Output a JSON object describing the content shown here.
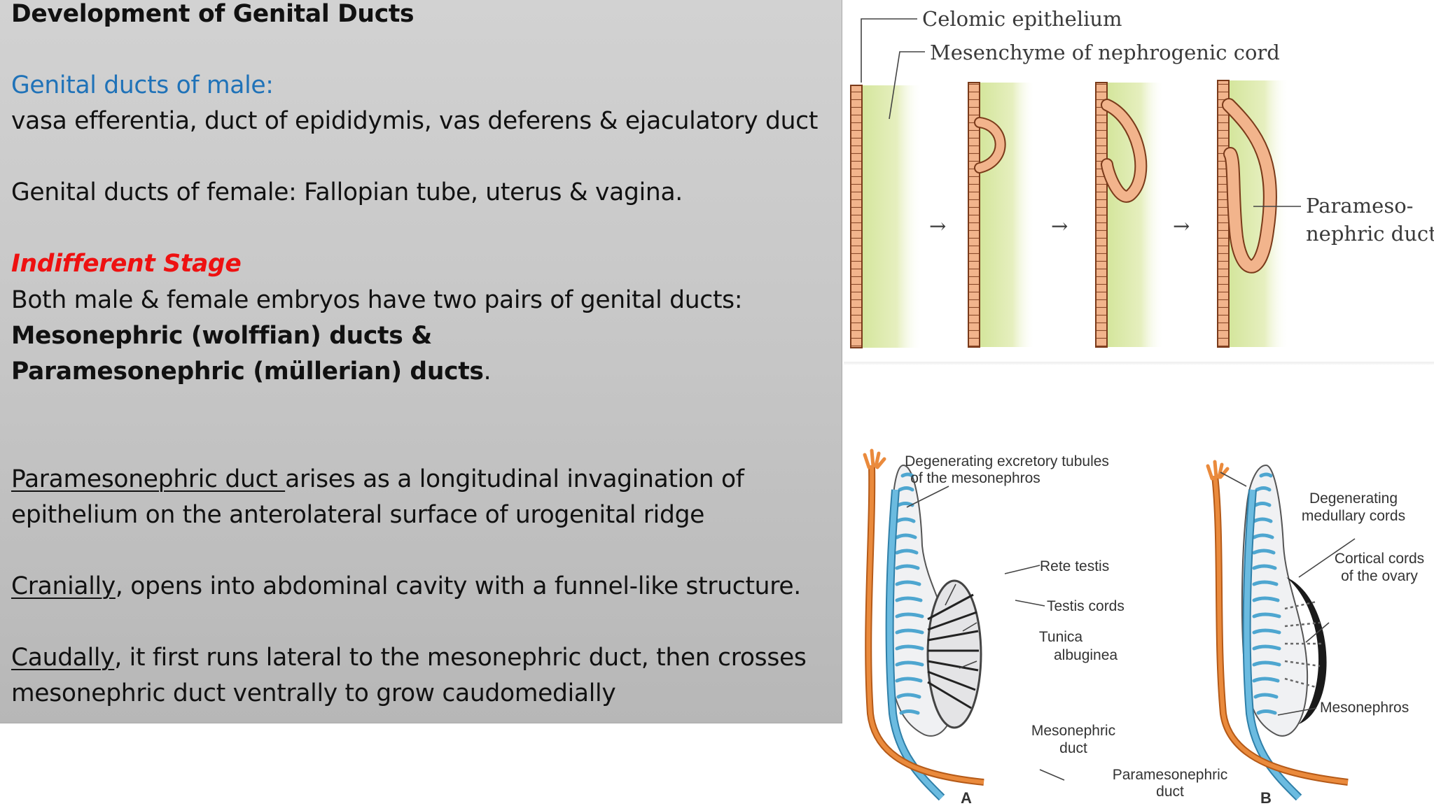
{
  "slide": {
    "title": "Development of Genital Ducts",
    "male_heading": "Genital ducts of male:",
    "male_ducts": "vasa efferentia, duct of epididymis, vas deferens & ejaculatory duct",
    "female_ducts": "Genital ducts of female: Fallopian tube, uterus & vagina.",
    "stage_heading": "Indifferent Stage",
    "stage_text": "Both male & female embryos have two pairs of genital ducts:",
    "stage_duct_1": "Mesonephric (wolffian) ducts &",
    "stage_duct_2_bold": "Paramesonephric (müllerian) ducts",
    "stage_duct_2_end": ".",
    "pmd_term": "Paramesonephric duct ",
    "pmd_rest": "arises as a longitudinal  invagination of",
    "pmd_line_2": "epithelium on the anterolateral surface of urogenital ridge",
    "cranial_term": "Cranially",
    "cranial_rest": ", opens into abdominal cavity with a funnel-like structure.",
    "caudal_term": "Caudally",
    "caudal_rest": ", it first runs lateral to the mesonephric duct, then crosses",
    "caudal_line_2": "mesonephric duct ventrally to grow caudomedially"
  },
  "figure_top": {
    "label_celomic": "Celomic epithelium",
    "label_mesenchyme": "Mesenchyme of nephrogenic cord",
    "label_pmd_1": "Parameso-",
    "label_pmd_2": "nephric duct",
    "arrow": "→"
  },
  "figure_bottom": {
    "label_degen_tubules_1": "Degenerating excretory tubules",
    "label_degen_tubules_2": "of the mesonephros",
    "label_rete": "Rete testis",
    "label_testis_cords": "Testis cords",
    "label_tunica_1": "Tunica",
    "label_tunica_2": "albuginea",
    "label_mesonephric_duct_1": "Mesonephric",
    "label_mesonephric_duct_2": "duct",
    "label_pmd_1": "Paramesonephric",
    "label_pmd_2": "duct",
    "label_degen_medullary_1": "Degenerating",
    "label_degen_medullary_2": "medullary cords",
    "label_cortical_1": "Cortical cords",
    "label_cortical_2": "of the ovary",
    "label_mesonephros": "Mesonephros",
    "letter_a": "A",
    "letter_b": "B"
  },
  "colors": {
    "title_text": "#111111",
    "male_heading": "#1f72b8",
    "stage_heading": "#ee1111",
    "epithelium_fill": "#f2b48c",
    "mesenchyme": "#dce9a6",
    "mesonephric_duct": "#4ea6d0",
    "paramesonephric_duct": "#ea8a3c"
  }
}
